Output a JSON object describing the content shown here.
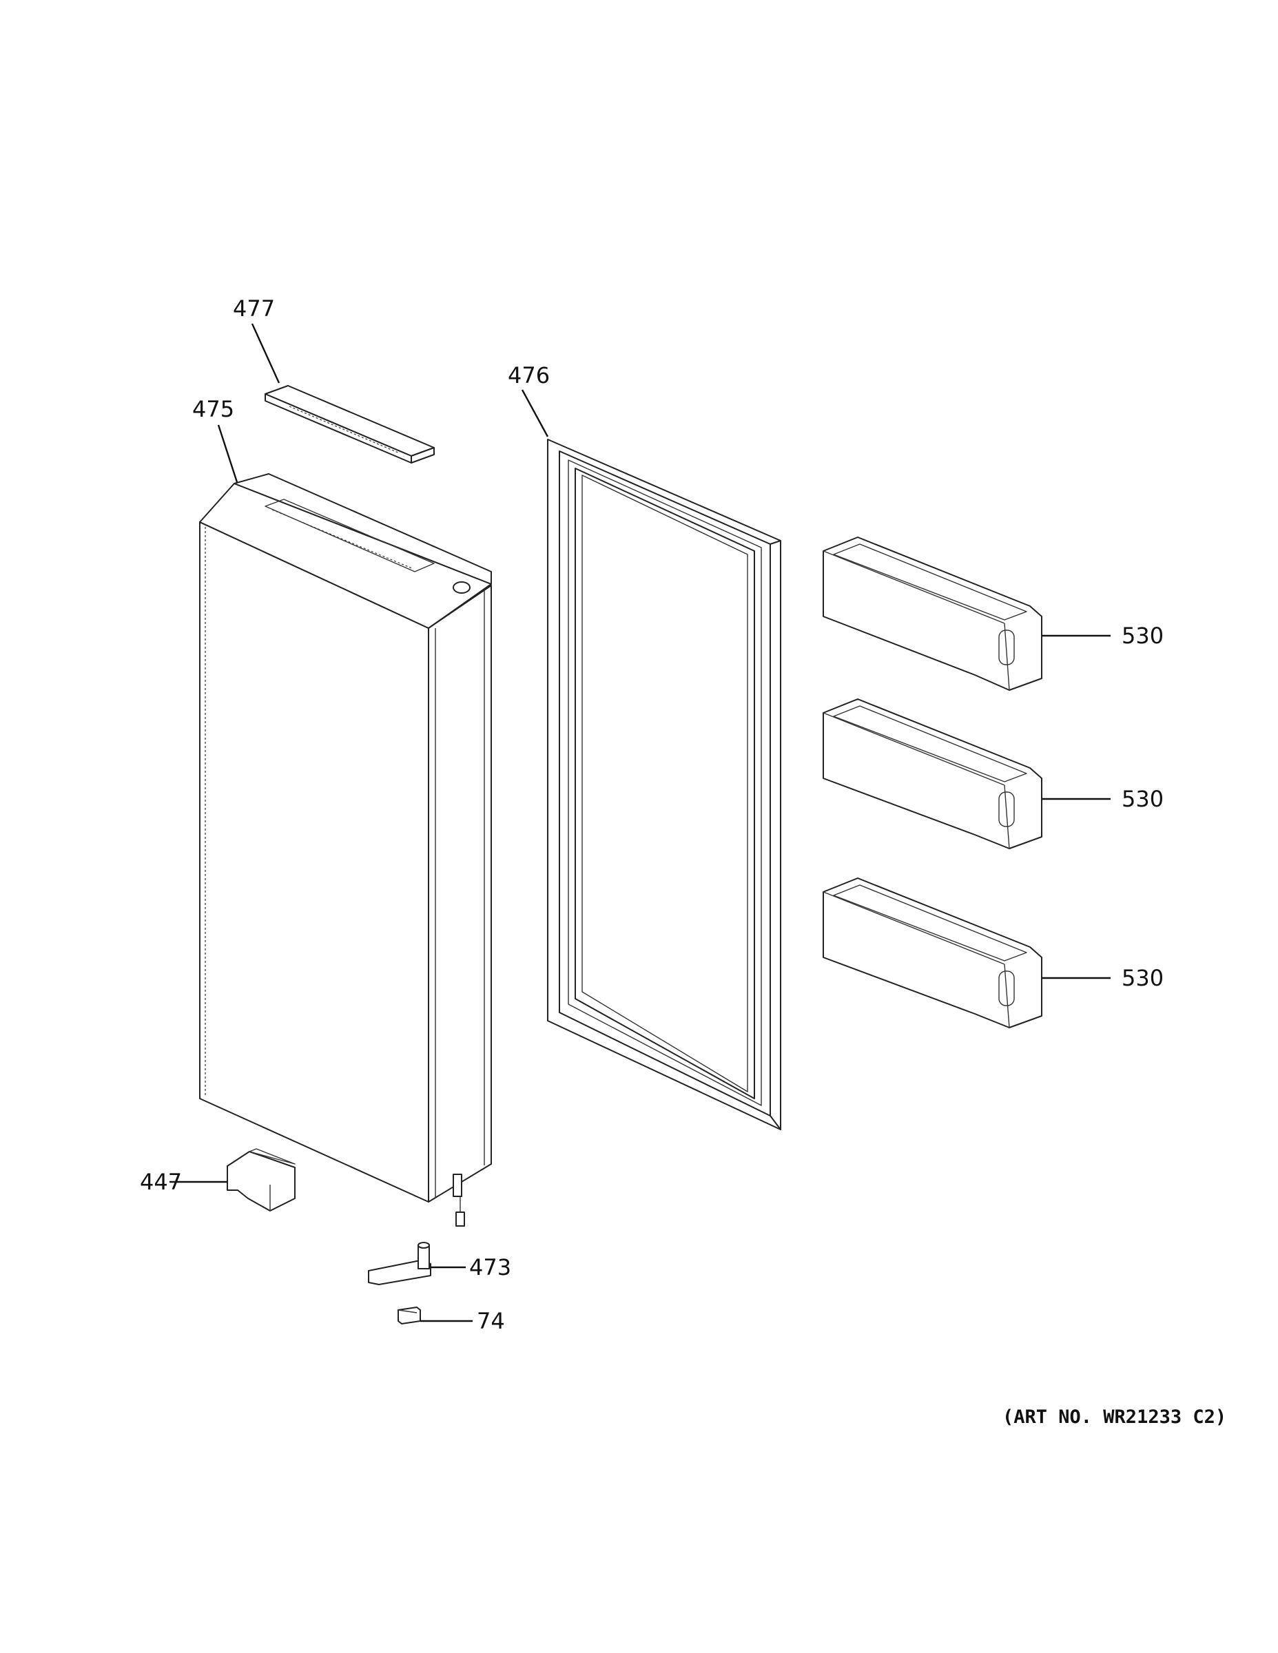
{
  "callouts": {
    "top_cover": "477",
    "door": "475",
    "gasket": "476",
    "bin_1": "530",
    "bin_2": "530",
    "bin_3": "530",
    "bracket": "447",
    "hinge": "473",
    "hinge_pin": "74"
  },
  "art_number": "(ART NO. WR21233 C2)"
}
